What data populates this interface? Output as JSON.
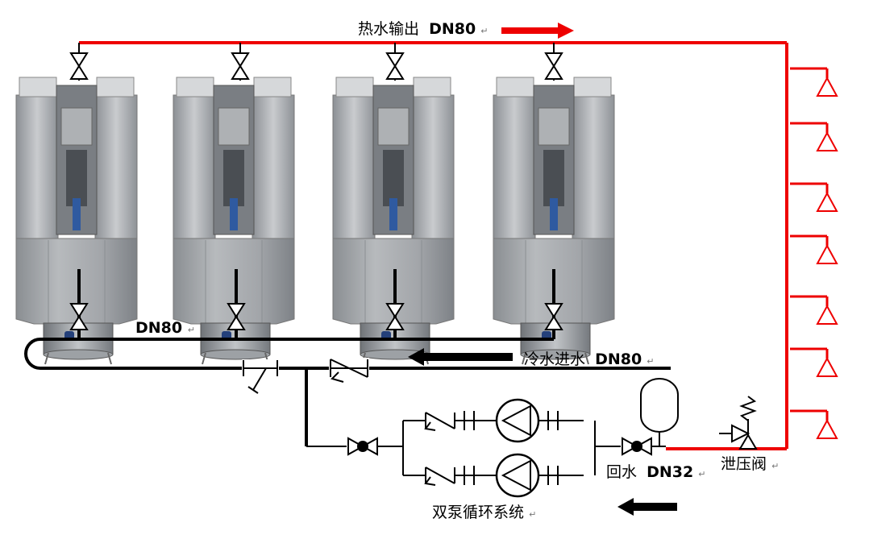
{
  "diagram": {
    "labels": {
      "hot_water_out": "热水输出",
      "hot_water_size": "DN80",
      "cold_main_size": "DN80",
      "cold_water_in": "冷水进水",
      "cold_water_size": "DN80",
      "return_water": "回水",
      "return_size": "DN32",
      "relief_valve": "泄压阀",
      "dual_pump_system": "双泵循环系统"
    },
    "paragraph_mark": "↵",
    "heater_count": 4,
    "outlet_count": 7,
    "colors": {
      "hot_pipe": "#ee0000",
      "cold_pipe": "#000000",
      "heater_body": "#a9acaf",
      "heater_dark": "#6d7176"
    }
  }
}
